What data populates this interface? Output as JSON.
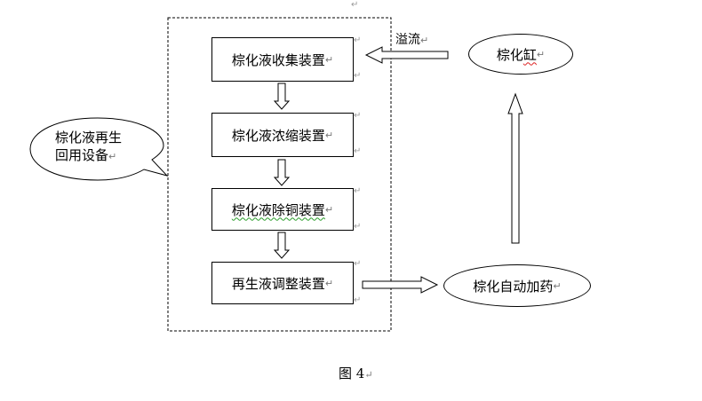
{
  "boxes": {
    "collect": "棕化液收集装置",
    "concentrate": "棕化液浓缩装置",
    "copper_removal": "棕化液除铜装置",
    "adjust": "再生液调整装置"
  },
  "callout": {
    "line1": "棕化液再生",
    "line2": "回用设备"
  },
  "tank": {
    "prefix": "棕化",
    "suffix": "缸"
  },
  "auto_dosing": "棕化自动加药",
  "overflow": "溢流",
  "caption": "图 4",
  "para_mark": "↵",
  "small_mark": "↵"
}
